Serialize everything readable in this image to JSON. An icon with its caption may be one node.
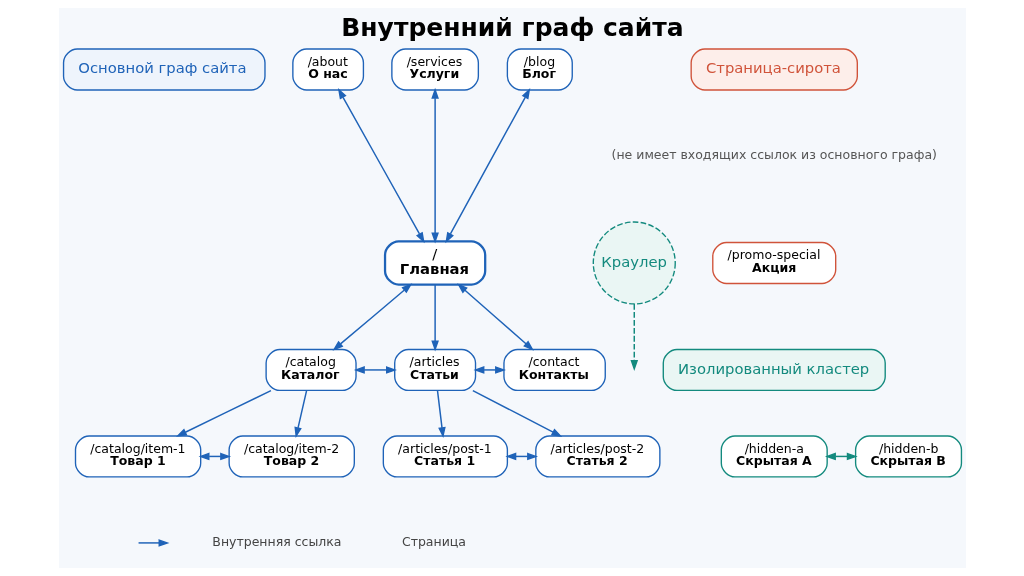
{
  "diagram": {
    "title": "Внутренний граф сайта",
    "nodes": [
      {
        "text": [
          "Основной граф сайта"
        ]
      },
      {
        "text": [
          "/about",
          "О нас"
        ]
      },
      {
        "text": [
          "/services",
          "Услуги"
        ]
      },
      {
        "text": [
          "/blog",
          "Блог"
        ]
      },
      {
        "text": [
          "/",
          "Главная"
        ]
      },
      {
        "text": [
          "/catalog",
          "Каталог"
        ]
      },
      {
        "text": [
          "/articles",
          "Статьи"
        ]
      },
      {
        "text": [
          "/contact",
          "Контакты"
        ]
      },
      {
        "text": [
          "/catalog/item-1",
          "Товар 1"
        ]
      },
      {
        "text": [
          "/catalog/item-2",
          "Товар 2"
        ]
      },
      {
        "text": [
          "/articles/post-1",
          "Статья 1"
        ]
      },
      {
        "text": [
          "/articles/post-2",
          "Статья 2"
        ]
      },
      {
        "text": [
          "Краулер"
        ]
      },
      {
        "text": [
          "Страница-сирота"
        ]
      },
      {
        "text": [
          "/promo-special",
          "Акция"
        ]
      },
      {
        "text": [
          "Изолированный кластер"
        ]
      },
      {
        "text": [
          "/hidden-a",
          "Скрытая А"
        ]
      },
      {
        "text": [
          "/hidden-b",
          "Скрытая В"
        ]
      }
    ],
    "edges": [
      {
        "from": 1,
        "to": 4,
        "arrow": "both"
      },
      {
        "from": 2,
        "to": 4,
        "arrow": "both"
      },
      {
        "from": 3,
        "to": 4,
        "arrow": "both"
      },
      {
        "from": 4,
        "to": 5,
        "arrow": "both"
      },
      {
        "from": 4,
        "to": 6,
        "arrow": "to"
      },
      {
        "from": 4,
        "to": 7,
        "arrow": "both"
      },
      {
        "from": 5,
        "to": 6,
        "arrow": "both"
      },
      {
        "from": 6,
        "to": 7,
        "arrow": "both"
      },
      {
        "from": 5,
        "to": 8,
        "arrow": "to"
      },
      {
        "from": 5,
        "to": 9,
        "arrow": "to"
      },
      {
        "from": 6,
        "to": 10,
        "arrow": "to"
      },
      {
        "from": 6,
        "to": 11,
        "arrow": "to"
      },
      {
        "from": 8,
        "to": 9,
        "arrow": "both"
      },
      {
        "from": 10,
        "to": 11,
        "arrow": "both"
      },
      {
        "from": 12,
        "to": null,
        "arrow": "to",
        "style": "dashed",
        "color": "#138a7e"
      },
      {
        "from": 16,
        "to": 17,
        "arrow": "both",
        "color": "#138a7e"
      }
    ],
    "labels": [
      "(не имеет входящих ссылок из основного графа)"
    ],
    "legend": [
      {
        "text": "Внутренняя ссылка"
      },
      {
        "text": "Страница"
      }
    ]
  }
}
